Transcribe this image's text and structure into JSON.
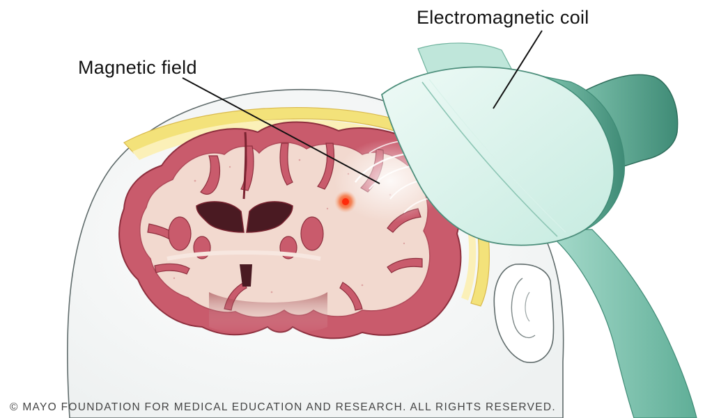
{
  "labels": {
    "coil": "Electromagnetic coil",
    "field": "Magnetic field"
  },
  "copyright": "© MAYO FOUNDATION FOR MEDICAL EDUCATION AND RESEARCH. ALL RIGHTS RESERVED.",
  "colors": {
    "gray_matter": "#c95b6c",
    "white_matter": "#f2d9cf",
    "skull_yellow": "#f3e27a",
    "coil_green": "#9fd4c4",
    "coil_dark": "#4f9d86",
    "stimulation_spot": "#f04a2a"
  }
}
